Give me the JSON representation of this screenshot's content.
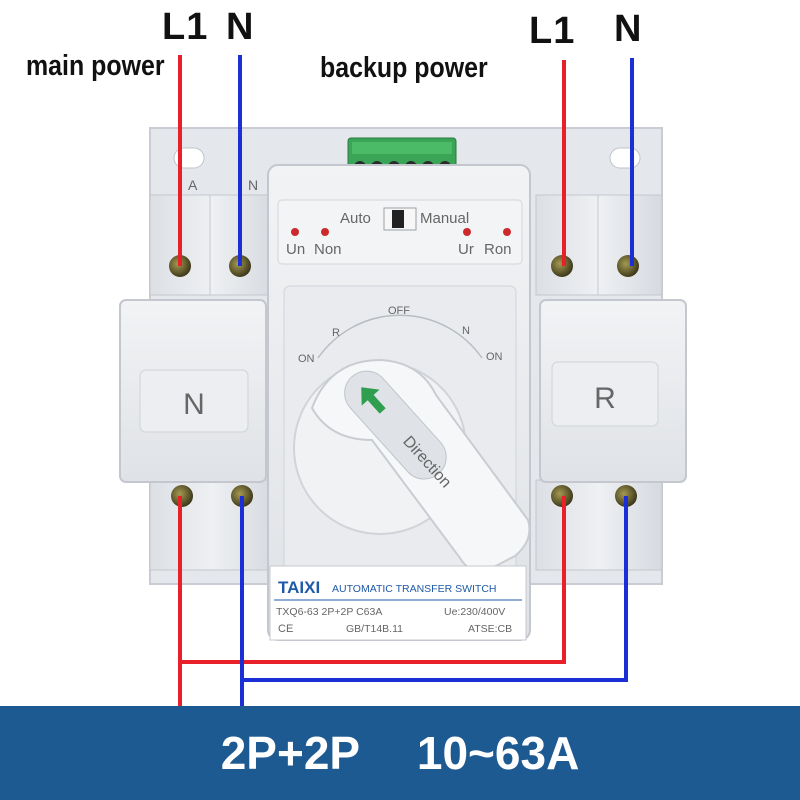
{
  "labels": {
    "main_l1": "L1",
    "main_n": "N",
    "backup_l1": "L1",
    "backup_n": "N",
    "main_power": "main power",
    "backup_power": "backup power"
  },
  "switch": {
    "brand": "TAIXI",
    "product_name": "AUTOMATIC TRANSFER SWITCH",
    "model": "TXQ6-63 2P+2P C63A",
    "voltage": "Ue:230/400V",
    "ce_mark": "CE",
    "standard": "GB/T14B.11",
    "type": "ATSE:CB",
    "mode_auto": "Auto",
    "mode_manual": "Manual",
    "ind_un": "Un",
    "ind_non": "Non",
    "ind_ur": "Ur",
    "ind_ron": "Ron",
    "handle_text": "Direction",
    "dial_r": "R",
    "dial_off": "OFF",
    "dial_n": "N",
    "dial_on_left": "ON",
    "dial_on_right": "ON",
    "cover_left": "N",
    "cover_right": "R",
    "terminal_left": "A",
    "terminal_mid": "N"
  },
  "banner": {
    "poles": "2P+2P",
    "current": "10~63A"
  },
  "colors": {
    "live_wire": "#e8202a",
    "neutral_wire": "#1a2fd6",
    "banner": "#1e5a92",
    "terminal_block": "#3aa556"
  }
}
